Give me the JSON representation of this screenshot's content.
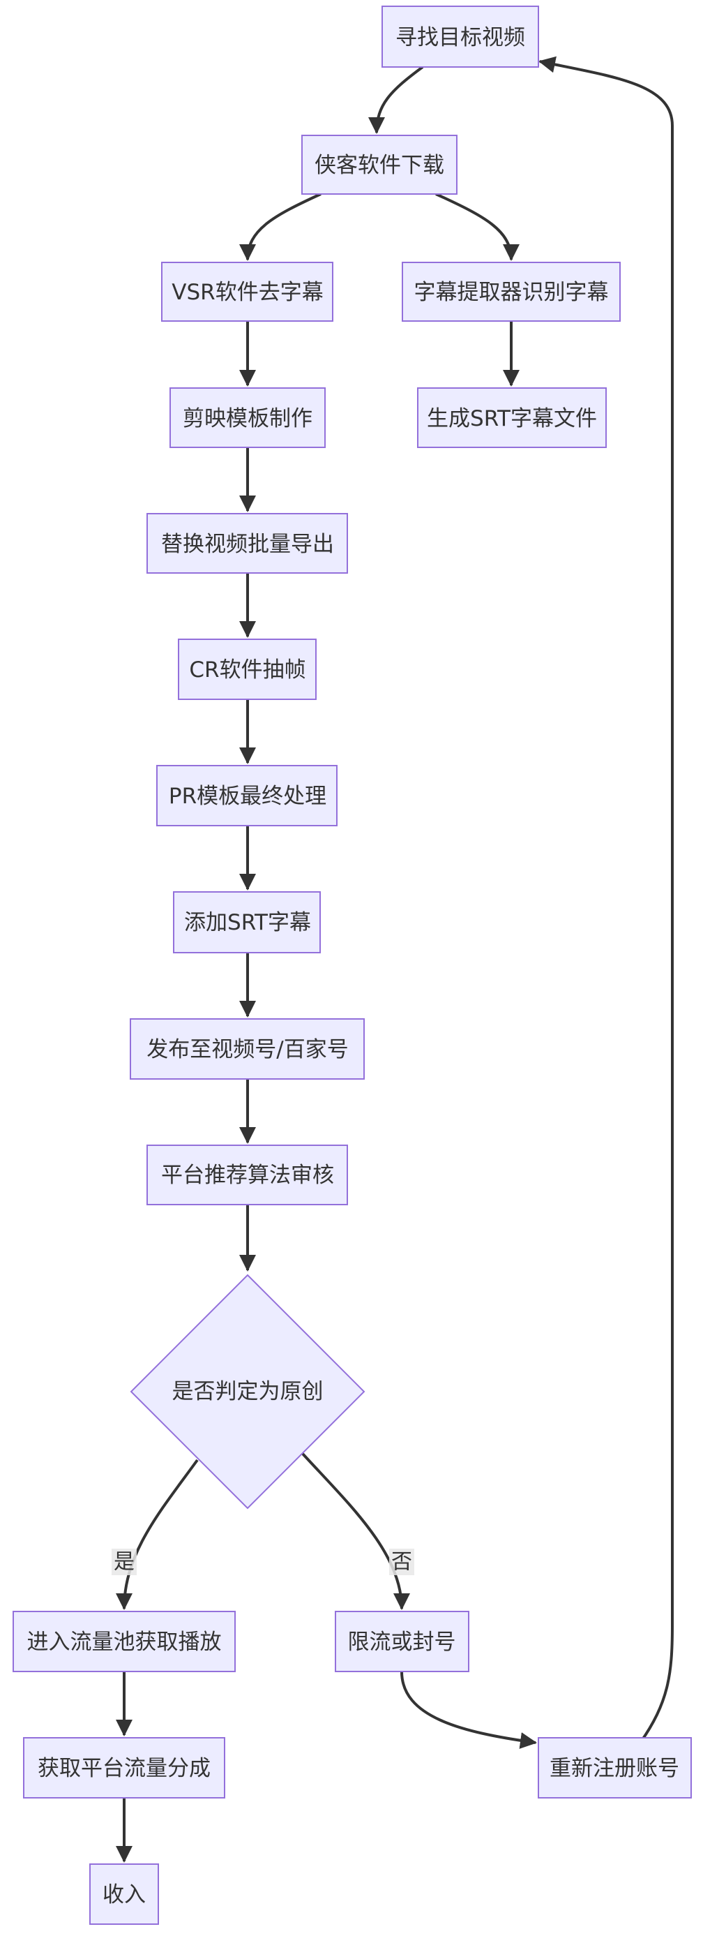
{
  "diagram": {
    "nodes": {
      "find_video": "寻找目标视频",
      "xiake_download": "侠客软件下载",
      "vsr_remove_sub": "VSR软件去字幕",
      "subtitle_extract": "字幕提取器识别字幕",
      "jianying_template": "剪映模板制作",
      "gen_srt": "生成SRT字幕文件",
      "batch_export": "替换视频批量导出",
      "cr_frame": "CR软件抽帧",
      "pr_final": "PR模板最终处理",
      "add_srt": "添加SRT字幕",
      "publish": "发布至视频号/百家号",
      "algo_review": "平台推荐算法审核",
      "is_original": "是否判定为原创",
      "traffic_pool": "进入流量池获取播放",
      "restrict_ban": "限流或封号",
      "revenue_share": "获取平台流量分成",
      "reregister": "重新注册账号",
      "income": "收入"
    },
    "edge_labels": {
      "yes": "是",
      "no": "否"
    },
    "colors": {
      "node_fill": "#ECECFF",
      "node_stroke": "#9370DB",
      "edge": "#333333",
      "text": "#333333"
    }
  }
}
